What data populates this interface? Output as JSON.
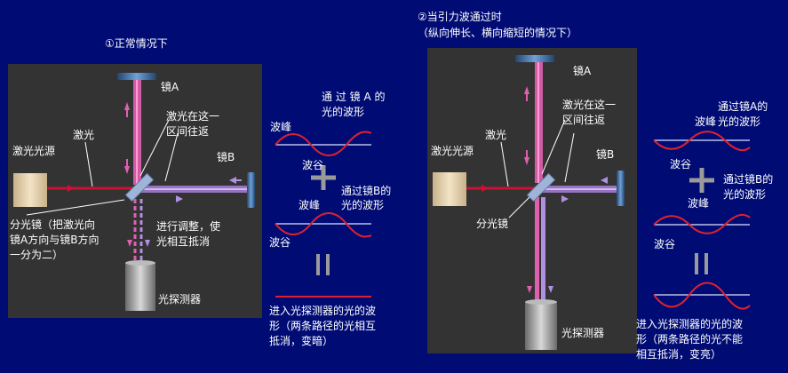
{
  "left": {
    "title": "①正常情况下",
    "source": "激光光源",
    "laser": "激光",
    "mirror_a": "镜A",
    "mirror_b": "镜B",
    "round_trip": [
      "激光在这一",
      "区间往返"
    ],
    "splitter": [
      "分光镜（把激光向",
      "镜A方向与镜B方向",
      "一分为二）"
    ],
    "adjust": [
      "进行调整，使",
      "光相互抵消"
    ],
    "detector": "光探测器",
    "wave_a": [
      "通 过 镜 A 的",
      "光的波形"
    ],
    "wave_b": [
      "通过镜B的",
      "光的波形"
    ],
    "crest": "波峰",
    "trough": "波谷",
    "result": [
      "进入光探测器的光的波",
      "形（两条路径的光相互",
      "抵消，变暗）"
    ]
  },
  "right": {
    "title": [
      "②当引力波通过时",
      "（纵向伸长、横向缩短的情况下）"
    ],
    "source": "激光光源",
    "laser": "激光",
    "mirror_a": "镜A",
    "mirror_b": "镜B",
    "round_trip": [
      "激光在这一",
      "区间往返"
    ],
    "splitter": "分光镜",
    "detector": "光探测器",
    "wave_a": [
      "通过镜A的",
      "光的波形"
    ],
    "wave_b": [
      "通过镜B的",
      "光的波形"
    ],
    "crest": "波峰",
    "trough": "波谷",
    "result": [
      "进入光探测器的光的波",
      "形（两条路径的光不能",
      "相互抵消，变亮）"
    ]
  },
  "colors": {
    "background": "#000c74",
    "panel": "#333333",
    "beam_red": "#cc1133",
    "beam_pink": "#e060b0",
    "beam_lavender": "#b090e0",
    "mirror": "#3a6ea8",
    "source_box": "#ead7b0",
    "detector": "#9a9a9a"
  }
}
